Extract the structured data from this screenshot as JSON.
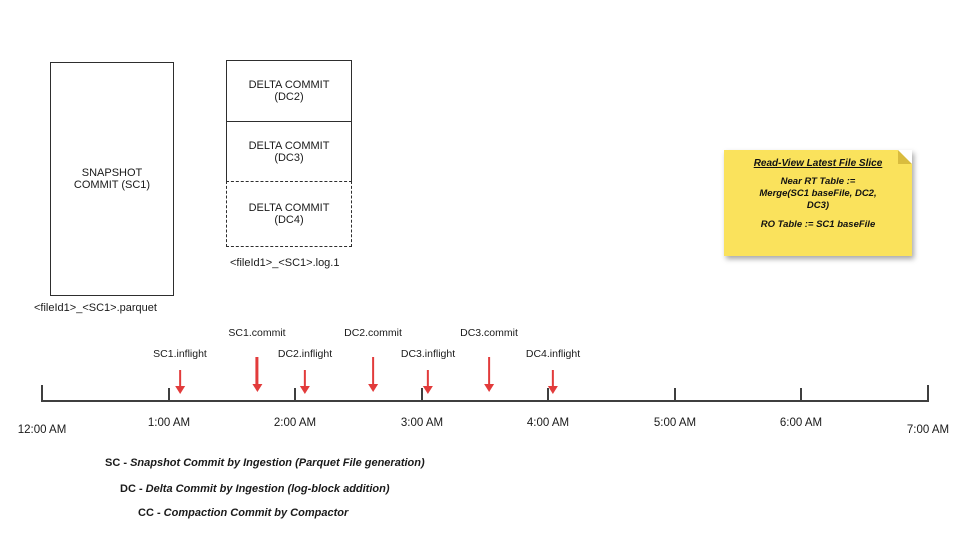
{
  "colors": {
    "arrow-red": "#E23B3B",
    "note-bg": "#FAE25C",
    "note-fold": "#D9BC3E",
    "line-color": "#3F3F3F"
  },
  "file_groups": {
    "base_file": {
      "box_label": "SNAPSHOT\nCOMMIT (SC1)",
      "caption": "<fileId1>_<SC1>.parquet"
    },
    "log_file": {
      "boxes": [
        "DELTA COMMIT\n(DC2)",
        "DELTA COMMIT\n(DC3)",
        "DELTA COMMIT\n(DC4)"
      ],
      "caption": "<fileId1>_<SC1>.log.1"
    }
  },
  "note": {
    "title": "Read-View Latest File Slice",
    "body1": "Near RT Table :=\nMerge(SC1 baseFile, DC2,\nDC3)",
    "body2": "RO Table := SC1 baseFile"
  },
  "timeline": {
    "hours": [
      "12:00 AM",
      "1:00 AM",
      "2:00 AM",
      "3:00 AM",
      "4:00 AM",
      "5:00 AM",
      "6:00 AM",
      "7:00 AM"
    ],
    "events": [
      {
        "label": "SC1.inflight"
      },
      {
        "label": "SC1.commit"
      },
      {
        "label": "DC2.inflight"
      },
      {
        "label": "DC2.commit"
      },
      {
        "label": "DC3.inflight"
      },
      {
        "label": "DC3.commit"
      },
      {
        "label": "DC4.inflight"
      }
    ]
  },
  "legend": {
    "items": [
      {
        "code": "SC - ",
        "desc": "Snapshot Commit by Ingestion (Parquet File generation)"
      },
      {
        "code": "DC - ",
        "desc": "Delta Commit by Ingestion (log-block addition)"
      },
      {
        "code": "CC - ",
        "desc": "Compaction Commit by Compactor"
      }
    ]
  }
}
